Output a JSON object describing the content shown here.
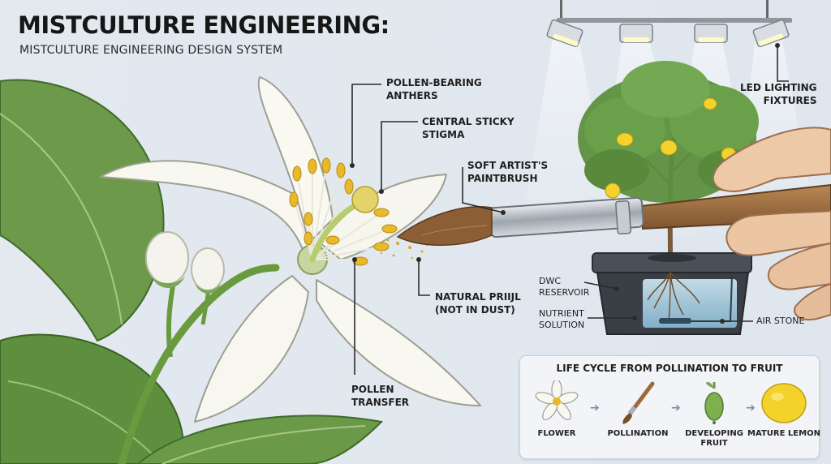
{
  "header": {
    "title": "MISTCULTURE ENGINEERING:",
    "subtitle": "MISTCULTURE ENGINEERING DESIGN SYSTEM"
  },
  "callouts": {
    "anthers": "POLLEN-BEARING\nANTHERS",
    "stigma": "CENTRAL STICKY\nSTIGMA",
    "paintbrush": "SOFT ARTIST'S\nPAINTBRUSH",
    "led": "LED LIGHTING\nFIXTURES",
    "natural": "NATURAL PRIIJL\n(NOT IN DUST)",
    "pollen_transfer": "POLLEN\nTRANSFER",
    "dwc": "DWC\nRESERVOIR",
    "nutrient": "NUTRIENT\nSOLUTION",
    "air_stone": "AIR STONE"
  },
  "lifecycle": {
    "title": "LIFE CYCLE FROM POLLINATION TO FRUIT",
    "stages": [
      {
        "label": "FLOWER",
        "icon": "flower-icon"
      },
      {
        "label": "POLLINATION",
        "icon": "paintbrush-icon"
      },
      {
        "label": "DEVELOPING\nFRUIT",
        "icon": "developing-fruit-icon"
      },
      {
        "label": "MATURE LEMON",
        "icon": "lemon-icon"
      }
    ],
    "arrow": "➔"
  },
  "colors": {
    "background": "#e6ecf2",
    "leaf": "#5f8f45",
    "petal": "#f7f6ef",
    "anther": "#e8b92a",
    "lemon": "#f2d22b",
    "brush_handle": "#9a6a3c",
    "reservoir": "#3a3f45",
    "water": "#9cc7dd"
  }
}
